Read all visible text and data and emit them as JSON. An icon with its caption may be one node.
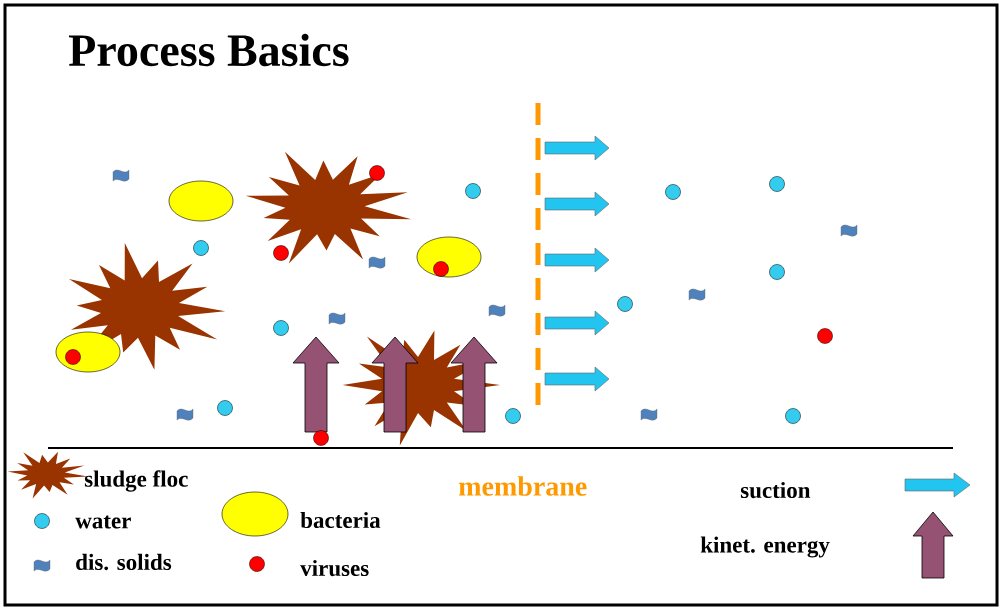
{
  "diagram": {
    "title": "Process Basics",
    "labels": [
      "membrane"
    ],
    "legend": [
      {
        "text": "sludge floc",
        "color": "#993300"
      },
      {
        "text": "water",
        "color": "#33ccee"
      },
      {
        "text": "bacteria",
        "color": "#ffff00"
      },
      {
        "text": "dis. solids",
        "color": "#4f81bd"
      },
      {
        "text": "viruses",
        "color": "#ff0000"
      },
      {
        "text": "suction",
        "color": "#22c4f0"
      },
      {
        "text": "kinet. energy",
        "color": "#955273"
      }
    ]
  }
}
